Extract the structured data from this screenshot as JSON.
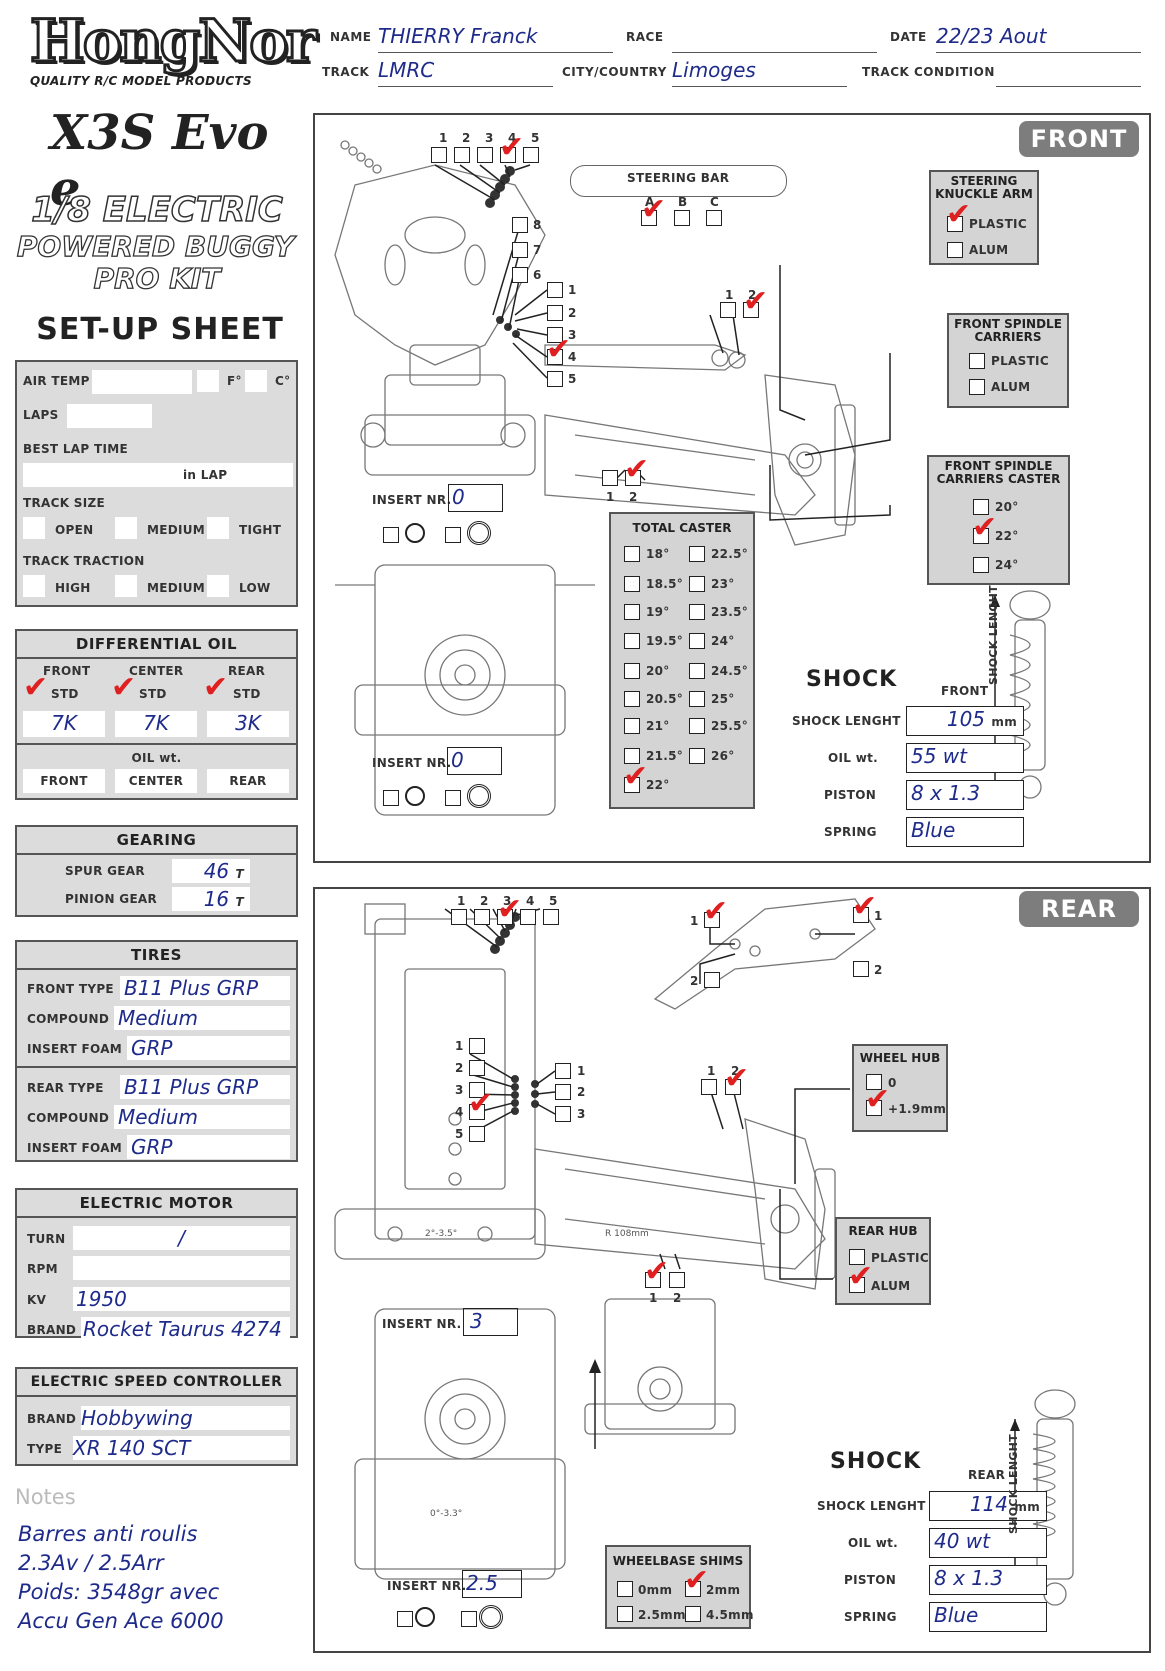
{
  "brand": {
    "logo": "HongNor",
    "tagline": "QUALITY R/C MODEL PRODUCTS",
    "model": "X3S Evo e",
    "subtitle1": "1/8 ELECTRIC",
    "subtitle2": "POWERED BUGGY",
    "subtitle3": "PRO KIT",
    "sheet_title": "SET-UP SHEET"
  },
  "header": {
    "name_label": "NAME",
    "name": "THIERRY Franck",
    "race_label": "RACE",
    "race": "",
    "date_label": "DATE",
    "date": "22/23 Aout",
    "track_label": "TRACK",
    "track": "LMRC",
    "city_label": "CITY/COUNTRY",
    "city": "Limoges",
    "condition_label": "TRACK CONDITION",
    "condition": ""
  },
  "conditions": {
    "air_temp": "AIR TEMP",
    "f": "F°",
    "c": "C°",
    "laps": "LAPS",
    "best_lap": "BEST LAP TIME",
    "in_lap": "in LAP",
    "track_size": "TRACK SIZE",
    "open": "OPEN",
    "medium": "MEDIUM",
    "tight": "TIGHT",
    "track_traction": "TRACK TRACTION",
    "high": "HIGH",
    "low": "LOW"
  },
  "diff": {
    "title": "DIFFERENTIAL OIL",
    "front": "FRONT",
    "center": "CENTER",
    "rear": "REAR",
    "std": "STD",
    "front_val": "7K",
    "center_val": "7K",
    "rear_val": "3K",
    "oil_wt": "OIL wt."
  },
  "gearing": {
    "title": "GEARING",
    "spur_label": "SPUR GEAR",
    "spur": "46",
    "pinion_label": "PINION GEAR",
    "pinion": "16",
    "t": "T"
  },
  "tires": {
    "title": "TIRES",
    "front_type_label": "FRONT TYPE",
    "front_type": "B11 Plus GRP",
    "compound_label": "COMPOUND",
    "front_compound": "Medium",
    "insert_label": "INSERT FOAM",
    "front_insert": "GRP",
    "rear_type_label": "REAR TYPE",
    "rear_type": "B11 Plus GRP",
    "rear_compound": "Medium",
    "rear_insert": "GRP"
  },
  "motor": {
    "title": "ELECTRIC MOTOR",
    "turn_label": "TURN",
    "turn": "/",
    "rpm_label": "RPM",
    "rpm": "",
    "kv_label": "KV",
    "kv": "1950",
    "brand_label": "BRAND",
    "brand": "Rocket Taurus 4274"
  },
  "esc": {
    "title": "ELECTRIC SPEED CONTROLLER",
    "brand_label": "BRAND",
    "brand": "Hobbywing",
    "type_label": "TYPE",
    "type": "XR 140 SCT"
  },
  "notes": {
    "title": "Notes",
    "lines": [
      "Barres anti roulis",
      "2.3Av / 2.5Arr",
      "Poids: 3548gr avec",
      "Accu Gen Ace 6000"
    ]
  },
  "front": {
    "tag": "FRONT",
    "steering_bar": "STEERING BAR",
    "sb_opts": [
      "A",
      "B",
      "C"
    ],
    "knuckle_title": "STEERING KNUCKLE ARM",
    "plastic": "PLASTIC",
    "alum": "ALUM",
    "spindle_title": "FRONT SPINDLE CARRIERS",
    "caster_title": "FRONT SPINDLE CARRIERS CASTER",
    "caster_opts": [
      "20°",
      "22°",
      "24°"
    ],
    "insert_label": "INSERT NR.",
    "insert1": "0",
    "insert2": "0",
    "total_caster": "TOTAL CASTER",
    "tc_left": [
      "18°",
      "18.5°",
      "19°",
      "19.5°",
      "20°",
      "20.5°",
      "21°",
      "21.5°",
      "22°"
    ],
    "tc_right": [
      "22.5°",
      "23°",
      "23.5°",
      "24°",
      "24.5°",
      "25°",
      "25.5°",
      "26°"
    ],
    "shock_title": "SHOCK",
    "shock_pos": "FRONT",
    "shock_len_label": "SHOCK LENGHT",
    "shock_len": "105",
    "mm": "mm",
    "oil_label": "OIL wt.",
    "oil": "55 wt",
    "piston_label": "PISTON",
    "piston": "8 x 1.3",
    "spring_label": "SPRING",
    "spring": "Blue",
    "vertical": "SHOCK LENGHT",
    "nums_top": [
      "1",
      "2",
      "3",
      "4",
      "5"
    ],
    "nums_side": [
      "8",
      "7",
      "6"
    ],
    "nums_right": [
      "1",
      "2",
      "3",
      "4",
      "5"
    ],
    "nums_pair": [
      "1",
      "2"
    ]
  },
  "rear": {
    "tag": "REAR",
    "wheel_hub": "WHEEL HUB",
    "wh_opts": [
      "0",
      "+1.9mm"
    ],
    "rear_hub": "REAR HUB",
    "plastic": "PLASTIC",
    "alum": "ALUM",
    "insert_label": "INSERT NR.",
    "insert1": "3",
    "insert2": "2.5",
    "wheelbase": "WHEELBASE SHIMS",
    "wb_opts": [
      "0mm",
      "2mm",
      "2.5mm",
      "4.5mm"
    ],
    "shock_title": "SHOCK",
    "shock_pos": "REAR",
    "shock_len_label": "SHOCK LENGHT",
    "shock_len": "114",
    "mm": "mm",
    "oil_label": "OIL wt.",
    "oil": "40 wt",
    "piston_label": "PISTON",
    "piston": "8 x 1.3",
    "spring_label": "SPRING",
    "spring": "Blue",
    "vertical": "SHOCK LENGHT",
    "nums_top": [
      "1",
      "2",
      "3",
      "4",
      "5"
    ],
    "nums_pair": [
      "1",
      "2"
    ],
    "nums_three": [
      "1",
      "2",
      "3"
    ],
    "diag_text1": "2°-3.5°",
    "diag_text2": "0°-3.3°",
    "diag_text3": "R 108mm"
  },
  "colors": {
    "check": "#e02020",
    "panel": "#dcdcdc",
    "ink": "#1e2b8a"
  }
}
